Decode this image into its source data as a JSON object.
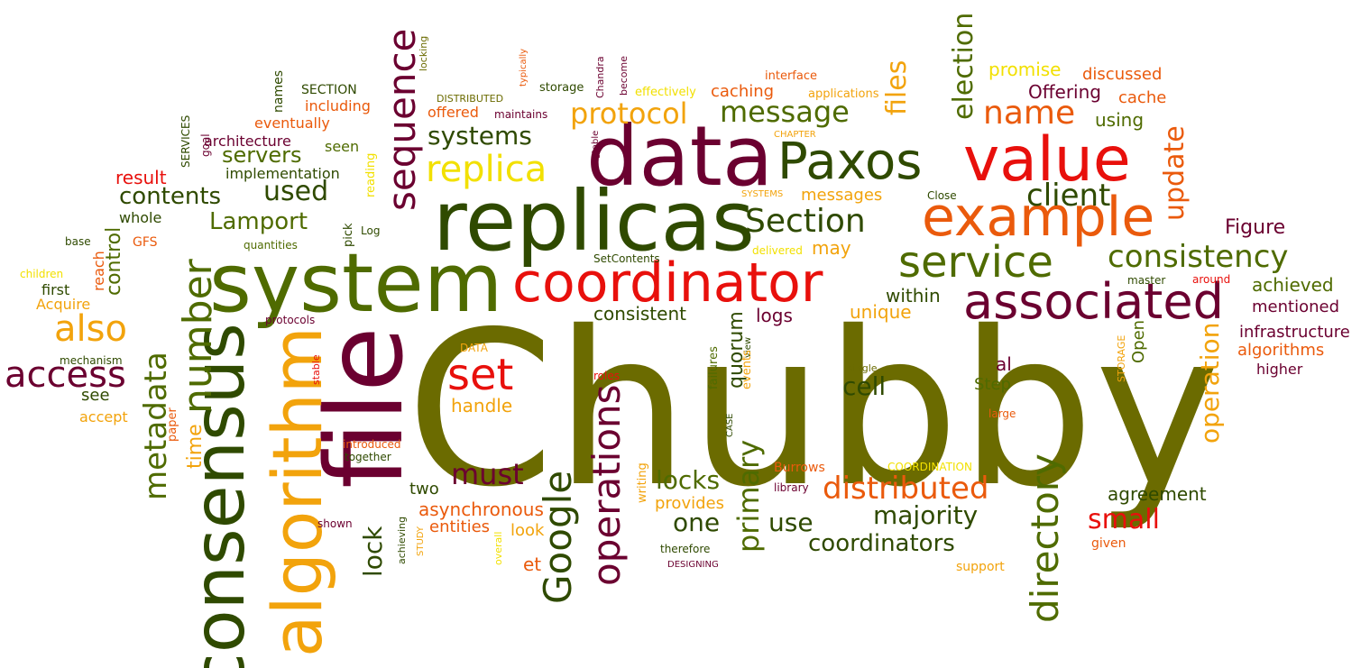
{
  "colors": {
    "olive": "#6b6b00",
    "darkgreen": "#2f4a00",
    "green": "#4f6b00",
    "maroon": "#6b0030",
    "red": "#e8100c",
    "orange": "#ea5a0c",
    "amber": "#f2a30c",
    "yellow": "#f2e000"
  },
  "words": [
    {
      "text": "Chubby",
      "size": 236,
      "color": "olive",
      "rot": 0
    },
    {
      "text": "replicas",
      "size": 92,
      "color": "darkgreen",
      "rot": 0
    },
    {
      "text": "system",
      "size": 90,
      "color": "green",
      "rot": 0
    },
    {
      "text": "data",
      "size": 92,
      "color": "maroon",
      "rot": 0
    },
    {
      "text": "file",
      "size": 118,
      "color": "maroon",
      "rot": -90
    },
    {
      "text": "consensus",
      "size": 78,
      "color": "darkgreen",
      "rot": -90
    },
    {
      "text": "algorithm",
      "size": 76,
      "color": "amber",
      "rot": -90
    },
    {
      "text": "coordinator",
      "size": 60,
      "color": "red",
      "rot": 0
    },
    {
      "text": "value",
      "size": 68,
      "color": "red",
      "rot": 0
    },
    {
      "text": "example",
      "size": 60,
      "color": "orange",
      "rot": 0
    },
    {
      "text": "Paxos",
      "size": 56,
      "color": "darkgreen",
      "rot": 0
    },
    {
      "text": "associated",
      "size": 54,
      "color": "maroon",
      "rot": 0
    },
    {
      "text": "service",
      "size": 48,
      "color": "green",
      "rot": 0
    },
    {
      "text": "set",
      "size": 48,
      "color": "red",
      "rot": 0
    },
    {
      "text": "number",
      "size": 44,
      "color": "green",
      "rot": -90
    },
    {
      "text": "sequence",
      "size": 42,
      "color": "maroon",
      "rot": -90
    },
    {
      "text": "operations",
      "size": 42,
      "color": "maroon",
      "rot": -90
    },
    {
      "text": "Google",
      "size": 42,
      "color": "darkgreen",
      "rot": -90
    },
    {
      "text": "directory",
      "size": 42,
      "color": "green",
      "rot": -90
    },
    {
      "text": "access",
      "size": 40,
      "color": "maroon",
      "rot": 0
    },
    {
      "text": "also",
      "size": 40,
      "color": "amber",
      "rot": 0
    },
    {
      "text": "replica",
      "size": 40,
      "color": "yellow",
      "rot": 0
    },
    {
      "text": "Section",
      "size": 36,
      "color": "darkgreen",
      "rot": 0
    },
    {
      "text": "message",
      "size": 32,
      "color": "green",
      "rot": 0
    },
    {
      "text": "protocol",
      "size": 32,
      "color": "amber",
      "rot": 0
    },
    {
      "text": "name",
      "size": 36,
      "color": "orange",
      "rot": 0
    },
    {
      "text": "client",
      "size": 34,
      "color": "darkgreen",
      "rot": 0
    },
    {
      "text": "consistency",
      "size": 34,
      "color": "green",
      "rot": 0
    },
    {
      "text": "distributed",
      "size": 34,
      "color": "orange",
      "rot": 0
    },
    {
      "text": "metadata",
      "size": 34,
      "color": "green",
      "rot": -90
    },
    {
      "text": "primary",
      "size": 32,
      "color": "green",
      "rot": -90
    },
    {
      "text": "election",
      "size": 30,
      "color": "green",
      "rot": -90
    },
    {
      "text": "files",
      "size": 30,
      "color": "amber",
      "rot": -90
    },
    {
      "text": "update",
      "size": 30,
      "color": "orange",
      "rot": -90
    },
    {
      "text": "must",
      "size": 32,
      "color": "maroon",
      "rot": 0
    },
    {
      "text": "small",
      "size": 30,
      "color": "red",
      "rot": 0
    },
    {
      "text": "majority",
      "size": 28,
      "color": "darkgreen",
      "rot": 0
    },
    {
      "text": "used",
      "size": 30,
      "color": "darkgreen",
      "rot": 0
    },
    {
      "text": "Lamport",
      "size": 26,
      "color": "green",
      "rot": 0
    },
    {
      "text": "systems",
      "size": 28,
      "color": "darkgreen",
      "rot": 0
    },
    {
      "text": "locks",
      "size": 28,
      "color": "green",
      "rot": 0
    },
    {
      "text": "one",
      "size": 28,
      "color": "darkgreen",
      "rot": 0
    },
    {
      "text": "use",
      "size": 28,
      "color": "darkgreen",
      "rot": 0
    },
    {
      "text": "coordinators",
      "size": 26,
      "color": "darkgreen",
      "rot": 0
    },
    {
      "text": "operation",
      "size": 28,
      "color": "amber",
      "rot": -90
    },
    {
      "text": "lock",
      "size": 28,
      "color": "darkgreen",
      "rot": -90
    },
    {
      "text": "cell",
      "size": 28,
      "color": "darkgreen",
      "rot": 0
    },
    {
      "text": "contents",
      "size": 26,
      "color": "darkgreen",
      "rot": 0
    },
    {
      "text": "control",
      "size": 22,
      "color": "green",
      "rot": -90
    },
    {
      "text": "time",
      "size": 22,
      "color": "amber",
      "rot": -90
    },
    {
      "text": "quorum",
      "size": 22,
      "color": "darkgreen",
      "rot": -90
    },
    {
      "text": "servers",
      "size": 24,
      "color": "green",
      "rot": 0
    },
    {
      "text": "result",
      "size": 20,
      "color": "red",
      "rot": 0
    },
    {
      "text": "Figure",
      "size": 22,
      "color": "maroon",
      "rot": 0
    },
    {
      "text": "achieved",
      "size": 20,
      "color": "green",
      "rot": 0
    },
    {
      "text": "unique",
      "size": 20,
      "color": "amber",
      "rot": 0
    },
    {
      "text": "within",
      "size": 20,
      "color": "darkgreen",
      "rot": 0
    },
    {
      "text": "consistent",
      "size": 20,
      "color": "darkgreen",
      "rot": 0
    },
    {
      "text": "logs",
      "size": 20,
      "color": "maroon",
      "rot": 0
    },
    {
      "text": "handle",
      "size": 20,
      "color": "amber",
      "rot": 0
    },
    {
      "text": "may",
      "size": 20,
      "color": "amber",
      "rot": 0
    },
    {
      "text": "using",
      "size": 20,
      "color": "green",
      "rot": 0
    },
    {
      "text": "promise",
      "size": 20,
      "color": "yellow",
      "rot": 0
    },
    {
      "text": "Offering",
      "size": 20,
      "color": "maroon",
      "rot": 0
    },
    {
      "text": "agreement",
      "size": 20,
      "color": "darkgreen",
      "rot": 0
    },
    {
      "text": "asynchronous",
      "size": 20,
      "color": "orange",
      "rot": 0
    },
    {
      "text": "entities",
      "size": 18,
      "color": "orange",
      "rot": 0
    },
    {
      "text": "two",
      "size": 18,
      "color": "darkgreen",
      "rot": 0
    },
    {
      "text": "look",
      "size": 18,
      "color": "amber",
      "rot": 0
    },
    {
      "text": "et",
      "size": 20,
      "color": "orange",
      "rot": 0
    },
    {
      "text": "al",
      "size": 20,
      "color": "maroon",
      "rot": 0
    },
    {
      "text": "Step",
      "size": 18,
      "color": "green",
      "rot": 0
    },
    {
      "text": "provides",
      "size": 18,
      "color": "amber",
      "rot": 0
    },
    {
      "text": "messages",
      "size": 18,
      "color": "amber",
      "rot": 0
    },
    {
      "text": "discussed",
      "size": 18,
      "color": "orange",
      "rot": 0
    },
    {
      "text": "caching",
      "size": 18,
      "color": "orange",
      "rot": 0
    },
    {
      "text": "cache",
      "size": 18,
      "color": "orange",
      "rot": 0
    },
    {
      "text": "mentioned",
      "size": 18,
      "color": "maroon",
      "rot": 0
    },
    {
      "text": "infrastructure",
      "size": 18,
      "color": "maroon",
      "rot": 0
    },
    {
      "text": "algorithms",
      "size": 18,
      "color": "orange",
      "rot": 0
    },
    {
      "text": "higher",
      "size": 16,
      "color": "maroon",
      "rot": 0
    },
    {
      "text": "Open",
      "size": 18,
      "color": "green",
      "rot": -90
    },
    {
      "text": "Acquire",
      "size": 16,
      "color": "amber",
      "rot": 0
    },
    {
      "text": "accept",
      "size": 16,
      "color": "amber",
      "rot": 0
    },
    {
      "text": "see",
      "size": 18,
      "color": "darkgreen",
      "rot": 0
    },
    {
      "text": "first",
      "size": 16,
      "color": "darkgreen",
      "rot": 0
    },
    {
      "text": "reach",
      "size": 16,
      "color": "orange",
      "rot": -90
    },
    {
      "text": "whole",
      "size": 16,
      "color": "darkgreen",
      "rot": 0
    },
    {
      "text": "GFS",
      "size": 14,
      "color": "orange",
      "rot": 0
    },
    {
      "text": "architecture",
      "size": 16,
      "color": "maroon",
      "rot": 0
    },
    {
      "text": "implementation",
      "size": 16,
      "color": "darkgreen",
      "rot": 0
    },
    {
      "text": "seen",
      "size": 16,
      "color": "green",
      "rot": 0
    },
    {
      "text": "eventually",
      "size": 16,
      "color": "orange",
      "rot": 0
    },
    {
      "text": "including",
      "size": 16,
      "color": "orange",
      "rot": 0
    },
    {
      "text": "SECTION",
      "size": 14,
      "color": "darkgreen",
      "rot": 0
    },
    {
      "text": "names",
      "size": 14,
      "color": "darkgreen",
      "rot": -90
    },
    {
      "text": "offered",
      "size": 16,
      "color": "orange",
      "rot": 0
    },
    {
      "text": "maintains",
      "size": 12,
      "color": "maroon",
      "rot": 0
    },
    {
      "text": "DISTRIBUTED",
      "size": 11,
      "color": "olive",
      "rot": 0
    },
    {
      "text": "storage",
      "size": 13,
      "color": "darkgreen",
      "rot": 0
    },
    {
      "text": "effectively",
      "size": 13,
      "color": "yellow",
      "rot": 0
    },
    {
      "text": "interface",
      "size": 13,
      "color": "orange",
      "rot": 0
    },
    {
      "text": "applications",
      "size": 13,
      "color": "amber",
      "rot": 0
    },
    {
      "text": "CHAPTER",
      "size": 10,
      "color": "amber",
      "rot": 0
    },
    {
      "text": "SYSTEMS",
      "size": 10,
      "color": "amber",
      "rot": 0
    },
    {
      "text": "delivered",
      "size": 12,
      "color": "yellow",
      "rot": 0
    },
    {
      "text": "Close",
      "size": 12,
      "color": "darkgreen",
      "rot": 0
    },
    {
      "text": "master",
      "size": 12,
      "color": "darkgreen",
      "rot": 0
    },
    {
      "text": "around",
      "size": 12,
      "color": "red",
      "rot": 0
    },
    {
      "text": "Log",
      "size": 12,
      "color": "darkgreen",
      "rot": 0
    },
    {
      "text": "quantities",
      "size": 12,
      "color": "green",
      "rot": 0
    },
    {
      "text": "SetContents",
      "size": 12,
      "color": "darkgreen",
      "rot": 0
    },
    {
      "text": "base",
      "size": 12,
      "color": "darkgreen",
      "rot": 0
    },
    {
      "text": "children",
      "size": 12,
      "color": "yellow",
      "rot": 0
    },
    {
      "text": "mechanism",
      "size": 12,
      "color": "darkgreen",
      "rot": 0
    },
    {
      "text": "protocols",
      "size": 12,
      "color": "maroon",
      "rot": 0
    },
    {
      "text": "DATA",
      "size": 12,
      "color": "amber",
      "rot": 0
    },
    {
      "text": "roles",
      "size": 12,
      "color": "red",
      "rot": 0
    },
    {
      "text": "single",
      "size": 11,
      "color": "olive",
      "rot": 0
    },
    {
      "text": "large",
      "size": 12,
      "color": "orange",
      "rot": 0
    },
    {
      "text": "introduced",
      "size": 12,
      "color": "orange",
      "rot": 0
    },
    {
      "text": "together",
      "size": 12,
      "color": "darkgreen",
      "rot": 0
    },
    {
      "text": "Burrows",
      "size": 14,
      "color": "orange",
      "rot": 0
    },
    {
      "text": "COORDINATION",
      "size": 12,
      "color": "yellow",
      "rot": 0
    },
    {
      "text": "library",
      "size": 12,
      "color": "maroon",
      "rot": 0
    },
    {
      "text": "shown",
      "size": 12,
      "color": "maroon",
      "rot": 0
    },
    {
      "text": "therefore",
      "size": 12,
      "color": "darkgreen",
      "rot": 0
    },
    {
      "text": "DESIGNING",
      "size": 10,
      "color": "maroon",
      "rot": 0
    },
    {
      "text": "given",
      "size": 14,
      "color": "orange",
      "rot": 0
    },
    {
      "text": "support",
      "size": 14,
      "color": "amber",
      "rot": 0
    },
    {
      "text": "SERVICES",
      "size": 12,
      "color": "darkgreen",
      "rot": -90
    },
    {
      "text": "goal",
      "size": 12,
      "color": "maroon",
      "rot": -90
    },
    {
      "text": "paper",
      "size": 13,
      "color": "orange",
      "rot": -90
    },
    {
      "text": "reading",
      "size": 13,
      "color": "yellow",
      "rot": -90
    },
    {
      "text": "pick",
      "size": 13,
      "color": "darkgreen",
      "rot": -90
    },
    {
      "text": "stable",
      "size": 11,
      "color": "red",
      "rot": -90
    },
    {
      "text": "view",
      "size": 10,
      "color": "darkgreen",
      "rot": -90
    },
    {
      "text": "events",
      "size": 13,
      "color": "amber",
      "rot": -90
    },
    {
      "text": "failures",
      "size": 13,
      "color": "green",
      "rot": -90
    },
    {
      "text": "CASE",
      "size": 10,
      "color": "darkgreen",
      "rot": -90
    },
    {
      "text": "writing",
      "size": 13,
      "color": "amber",
      "rot": -90
    },
    {
      "text": "achieving",
      "size": 11,
      "color": "darkgreen",
      "rot": -90
    },
    {
      "text": "STUDY",
      "size": 10,
      "color": "amber",
      "rot": -90
    },
    {
      "text": "overall",
      "size": 11,
      "color": "yellow",
      "rot": -90
    },
    {
      "text": "locking",
      "size": 11,
      "color": "olive",
      "rot": -90
    },
    {
      "text": "typically",
      "size": 10,
      "color": "orange",
      "rot": -90
    },
    {
      "text": "Chandra",
      "size": 11,
      "color": "maroon",
      "rot": -90
    },
    {
      "text": "become",
      "size": 11,
      "color": "maroon",
      "rot": -90
    },
    {
      "text": "Bigtable",
      "size": 10,
      "color": "maroon",
      "rot": -90
    },
    {
      "text": "STORAGE",
      "size": 11,
      "color": "amber",
      "rot": -90
    }
  ]
}
